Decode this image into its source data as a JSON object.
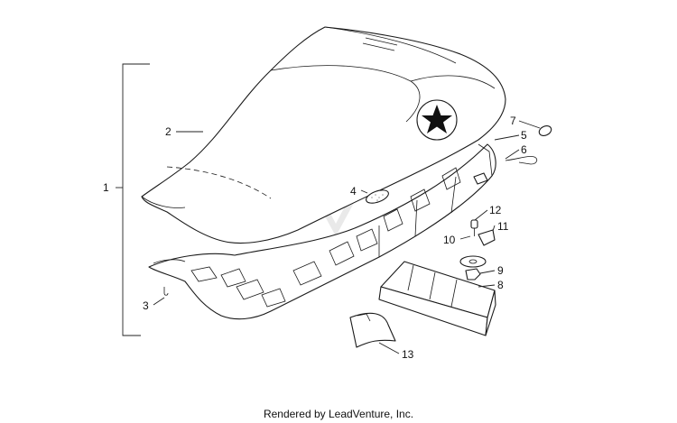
{
  "callouts": {
    "c1": "1",
    "c2": "2",
    "c3": "3",
    "c4": "4",
    "c5": "5",
    "c6": "6",
    "c7": "7",
    "c8": "8",
    "c9": "9",
    "c10": "10",
    "c11": "11",
    "c12": "12",
    "c13": "13"
  },
  "footer": {
    "credit": "Rendered by LeadVenture, Inc."
  },
  "colors": {
    "line": "#1a1a1a",
    "background": "#ffffff",
    "watermark": "#e6e6e6"
  }
}
